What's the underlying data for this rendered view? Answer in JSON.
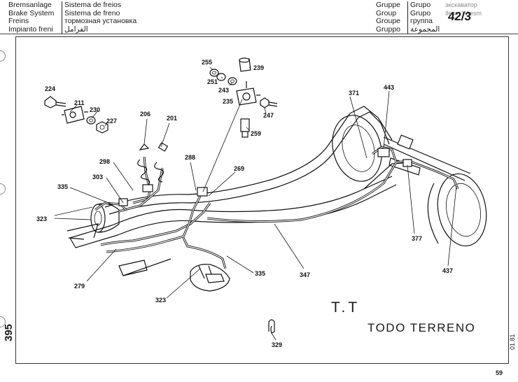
{
  "header": {
    "left_a": [
      "Bremsanlage",
      "Brake System",
      "Freins",
      "Impianto freni"
    ],
    "left_b": [
      "Sistema de freios",
      "Sistema de freno",
      "тормозная установка",
      "الفرامل"
    ],
    "right_a": [
      "Gruppe",
      "Group",
      "Groupe",
      "Gruppo"
    ],
    "right_b": [
      "Grupo",
      "Grupo",
      "группа",
      "المجموعة"
    ],
    "right_c": [
      "экскаватор",
      "",
      "",
      "Ilesm Wtesm"
    ],
    "group_number": "42/3"
  },
  "annotations": {
    "tt": "T.T",
    "todo_terreno": "TODO TERRENO",
    "page_number": "395",
    "date_code": "01.81",
    "bottom_number": "59"
  },
  "callouts": [
    {
      "id": "c224",
      "label": "224"
    },
    {
      "id": "c211",
      "label": "211"
    },
    {
      "id": "c230",
      "label": "230"
    },
    {
      "id": "c227",
      "label": "227"
    },
    {
      "id": "c206",
      "label": "206"
    },
    {
      "id": "c201",
      "label": "201"
    },
    {
      "id": "c255",
      "label": "255"
    },
    {
      "id": "c239",
      "label": "239"
    },
    {
      "id": "c251",
      "label": "251"
    },
    {
      "id": "c243",
      "label": "243"
    },
    {
      "id": "c235",
      "label": "235"
    },
    {
      "id": "c247",
      "label": "247"
    },
    {
      "id": "c259",
      "label": "259"
    },
    {
      "id": "c371",
      "label": "371"
    },
    {
      "id": "c443",
      "label": "443"
    },
    {
      "id": "c298",
      "label": "298"
    },
    {
      "id": "c303",
      "label": "303"
    },
    {
      "id": "c288",
      "label": "288"
    },
    {
      "id": "c269",
      "label": "269"
    },
    {
      "id": "c335a",
      "label": "335"
    },
    {
      "id": "c323a",
      "label": "323"
    },
    {
      "id": "c377",
      "label": "377"
    },
    {
      "id": "c437",
      "label": "437"
    },
    {
      "id": "c347",
      "label": "347"
    },
    {
      "id": "c335b",
      "label": "335"
    },
    {
      "id": "c279",
      "label": "279"
    },
    {
      "id": "c323b",
      "label": "323"
    },
    {
      "id": "c329",
      "label": "329"
    }
  ],
  "colors": {
    "ink": "#111111",
    "paper": "#ffffff",
    "faded": "#8a8a8a"
  }
}
